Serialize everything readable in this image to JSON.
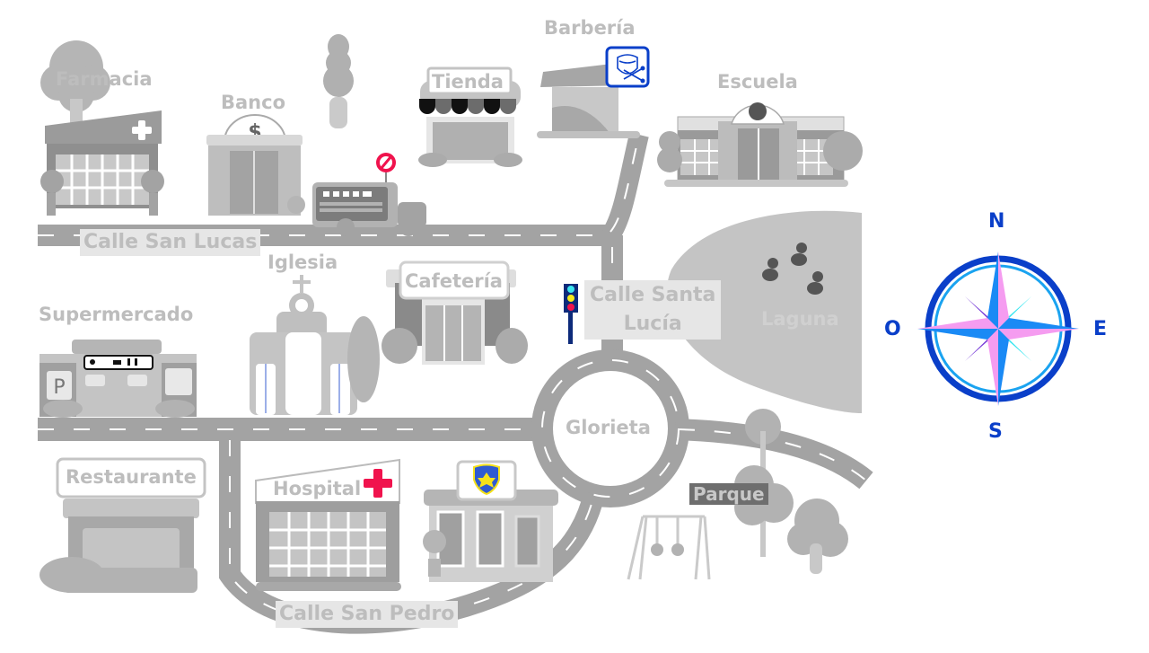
{
  "map": {
    "title": "Mapa de la ciudad",
    "places": [
      {
        "id": "farmacia",
        "label": "Farmacia"
      },
      {
        "id": "banco",
        "label": "Banco",
        "sign_symbol": "$"
      },
      {
        "id": "tienda",
        "label": "Tienda"
      },
      {
        "id": "barberia",
        "label": "Barbería"
      },
      {
        "id": "escuela",
        "label": "Escuela"
      },
      {
        "id": "iglesia",
        "label": "Iglesia"
      },
      {
        "id": "cafeteria",
        "label": "Cafetería"
      },
      {
        "id": "supermercado",
        "label": "Supermercado",
        "parking_symbol": "P"
      },
      {
        "id": "laguna",
        "label": "Laguna"
      },
      {
        "id": "glorieta",
        "label": "Glorieta"
      },
      {
        "id": "restaurante",
        "label": "Restaurante"
      },
      {
        "id": "hospital",
        "label": "Hospital"
      },
      {
        "id": "policia",
        "label": ""
      },
      {
        "id": "parque",
        "label": "Parque"
      }
    ],
    "streets": [
      {
        "id": "san-lucas",
        "label": "Calle San Lucas"
      },
      {
        "id": "santa-lucia",
        "label_line1": "Calle Santa",
        "label_line2": "Lucía"
      },
      {
        "id": "san-pedro",
        "label": "Calle San Pedro"
      }
    ],
    "icons": {
      "no-entry": "no-entry-sign",
      "traffic-light": "traffic-light",
      "barber": "barber-shield",
      "police": "police-badge",
      "hospital": "red-cross",
      "ducks": "duck",
      "bus": "school-bus"
    },
    "colors": {
      "road": "#a3a3a3",
      "building": "#a8a8a8",
      "label": "#bdbdbd",
      "compass_outer": "#0a3fc9",
      "compass_inner": "#1aa3f0",
      "compass_pink": "#f59cf0",
      "compass_blue": "#1a8af5",
      "hospital_cross": "#f0134d",
      "no_entry": "#f0134d",
      "police_badge": "#2f5bd1",
      "traffic_light_pole": "#0d2a7a"
    }
  },
  "compass": {
    "north": "N",
    "south": "S",
    "east": "E",
    "west": "O"
  }
}
